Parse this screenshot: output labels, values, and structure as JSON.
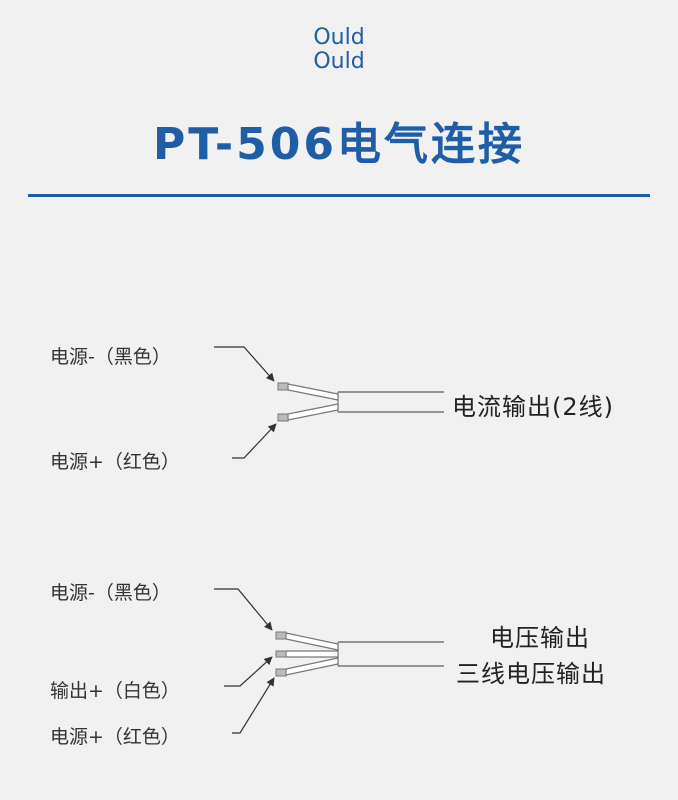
{
  "brand": {
    "logo_top": "Ould",
    "logo_bottom": "Ould"
  },
  "header": {
    "title": "PT-506电气连接"
  },
  "diagram1": {
    "label_neg": "电源-（黑色）",
    "label_pos": "电源+（红色）",
    "output": "电流输出(2线)"
  },
  "diagram2": {
    "label_neg": "电源-（黑色）",
    "label_out": "输出+（白色）",
    "label_pos": "电源+（红色）",
    "output_line1": "电压输出",
    "output_line2": "三线电压输出"
  },
  "colors": {
    "brand_blue": "#1f5da6",
    "line_gray": "#777777",
    "background": "#f1f1f1"
  }
}
